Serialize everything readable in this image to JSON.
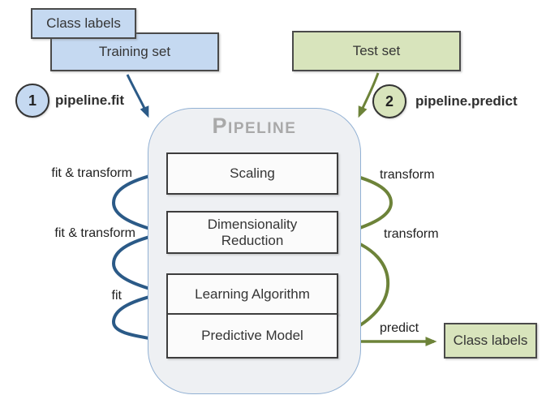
{
  "nodes": {
    "class_labels_in": "Class labels",
    "training_set": "Training set",
    "test_set": "Test set",
    "class_labels_out": "Class labels"
  },
  "steps": [
    {
      "number": "1",
      "label": "pipeline.fit"
    },
    {
      "number": "2",
      "label": "pipeline.predict"
    }
  ],
  "pipeline": {
    "title": "Pipeline",
    "stages": [
      "Scaling",
      "Dimensionality Reduction",
      "Learning Algorithm",
      "Predictive Model"
    ]
  },
  "edge_labels": {
    "left": [
      "fit & transform",
      "fit & transform",
      "fit"
    ],
    "right": [
      "transform",
      "transform",
      "predict"
    ]
  },
  "colors": {
    "train_fill": "#c5d9f1",
    "test_fill": "#d8e4bc",
    "fit_arrow": "#2b5a87",
    "predict_arrow": "#6d8339",
    "pipeline_fill": "#eef0f3",
    "pipeline_border": "#92b1d4",
    "pipeline_title": "#a9a9a9",
    "box_border": "#3d3d3d"
  }
}
